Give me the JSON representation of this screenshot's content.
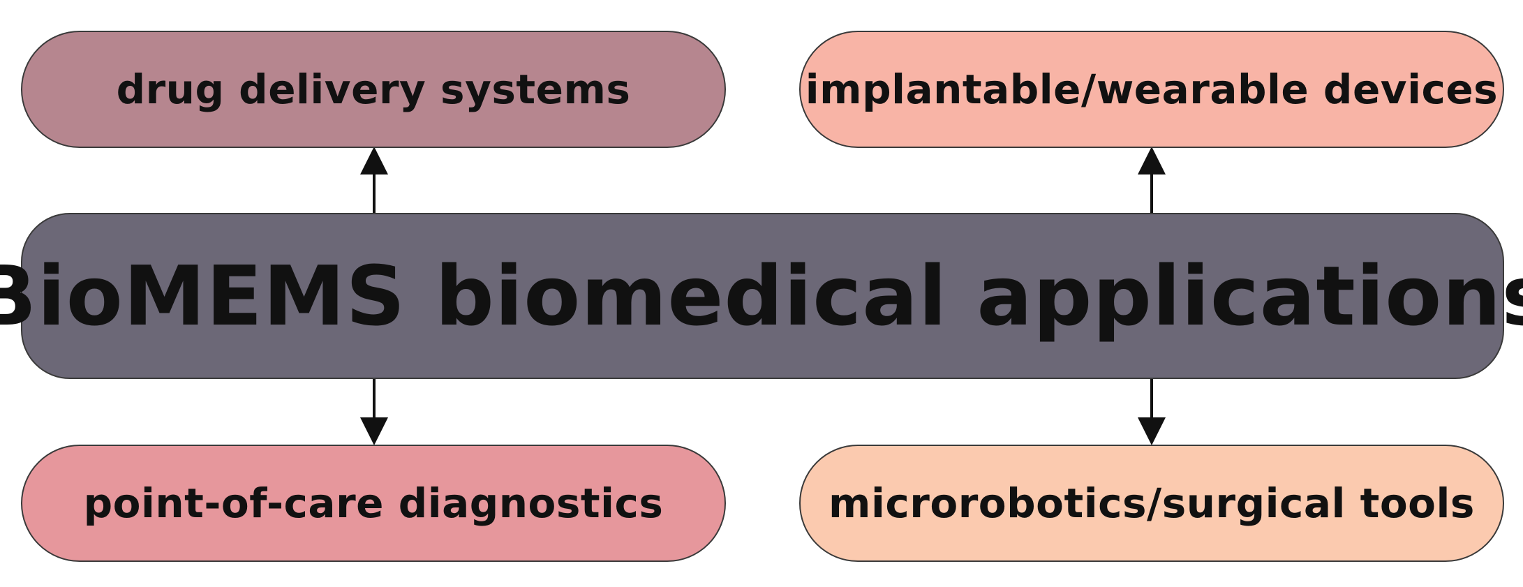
{
  "diagram": {
    "center": {
      "label": "BioMEMS biomedical applications",
      "color": "#6c6877"
    },
    "nodes": {
      "top_left": {
        "label": "drug delivery systems",
        "color": "#b6868f"
      },
      "top_right": {
        "label": "implantable/wearable devices",
        "color": "#f8b4a6"
      },
      "bottom_left": {
        "label": "point-of-care diagnostics",
        "color": "#e6979c"
      },
      "bottom_right": {
        "label": "microrobotics/surgical tools",
        "color": "#fbcaaf"
      }
    },
    "edges": [
      {
        "from": "center",
        "to": "top_left"
      },
      {
        "from": "center",
        "to": "top_right"
      },
      {
        "from": "center",
        "to": "bottom_left"
      },
      {
        "from": "center",
        "to": "bottom_right"
      }
    ],
    "arrow_color": "#111111"
  }
}
